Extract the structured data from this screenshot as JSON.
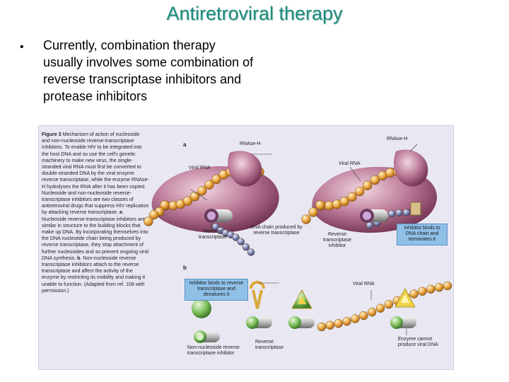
{
  "slide": {
    "title": "Antiretroviral therapy",
    "bullet_symbol": "•",
    "bullet_text": "Currently, combination therapy usually involves some combination of reverse transcriptase inhibitors and protease inhibitors"
  },
  "figure": {
    "caption_label": "Figure 3",
    "caption_text": "Mechanism of action of nucleoside and non-nucleoside reverse-transcriptase inhibitors. To enable HIV to be integrated into the host DNA and so use the cell's genetic machinery to make new virus, the single-stranded viral RNA must first be converted to double-stranded DNA by the viral enzyme reverse transcriptase, while the enzyme RNAse-H hydrolyses the RNA after it has been copied. Nucleoside and non-nucleoside reverse-transcriptase inhibitors are two classes of antiretroviral drugs that suppress HIV replication by attacking reverse transcriptase.",
    "caption_a_label": "a",
    "caption_a_text": "Nucleoside reverse-transcriptase inhibitors are similar in structure to the building blocks that make up DNA. By incorporating themselves into the DNA nucleotide chain being produced by reverse transcriptase, they stop attachment of further nucleosides and so prevent ongoing viral DNA synthesis.",
    "caption_b_label": "b",
    "caption_b_text": "Non-nucleoside reverse transcriptase inhibitors attach to the reverse transcriptase and affect the activity of the enzyme by restricting its mobility and making it unable to function. (Adapted from ref. 108 with permission.)",
    "panel_a": "a",
    "panel_b": "b",
    "labels": {
      "rnase_h_left": "RNAse-H",
      "rnase_h_right": "RNAse-H",
      "viral_rna_a_left": "Viral RNA",
      "viral_rna_a_right": "Viral RNA",
      "reverse_transcriptase_a_left": "Reverse transcriptase",
      "dna_chain": "DNA chain produced by reverse transcriptase",
      "reverse_transcriptase_inhibitor": "Reverse transcriptase inhibitor",
      "inhibitor_binds_dna": "Inhibitor binds to DNA chain and terminates it",
      "inhibitor_binds_rt": "Inhibitor binds to reverse transcriptase and denatures it",
      "viral_rna_b": "Viral RNA",
      "nnrti": "Non-nucleoside reverse transcriptase inhibitor",
      "reverse_transcriptase_b": "Reverse transcriptase",
      "enzyme_cannot": "Enzyme cannot produce viral DNA"
    }
  },
  "colors": {
    "title": "#1e8c7e",
    "callout_fill": "#8fc0e8",
    "enzyme": "#a7637f",
    "rna_bead": "#e9a53b",
    "dna_bead": "#7f86b6",
    "inhibitor_green": "#7dbe5a",
    "inhibitor_yellow": "#f0d24a"
  }
}
